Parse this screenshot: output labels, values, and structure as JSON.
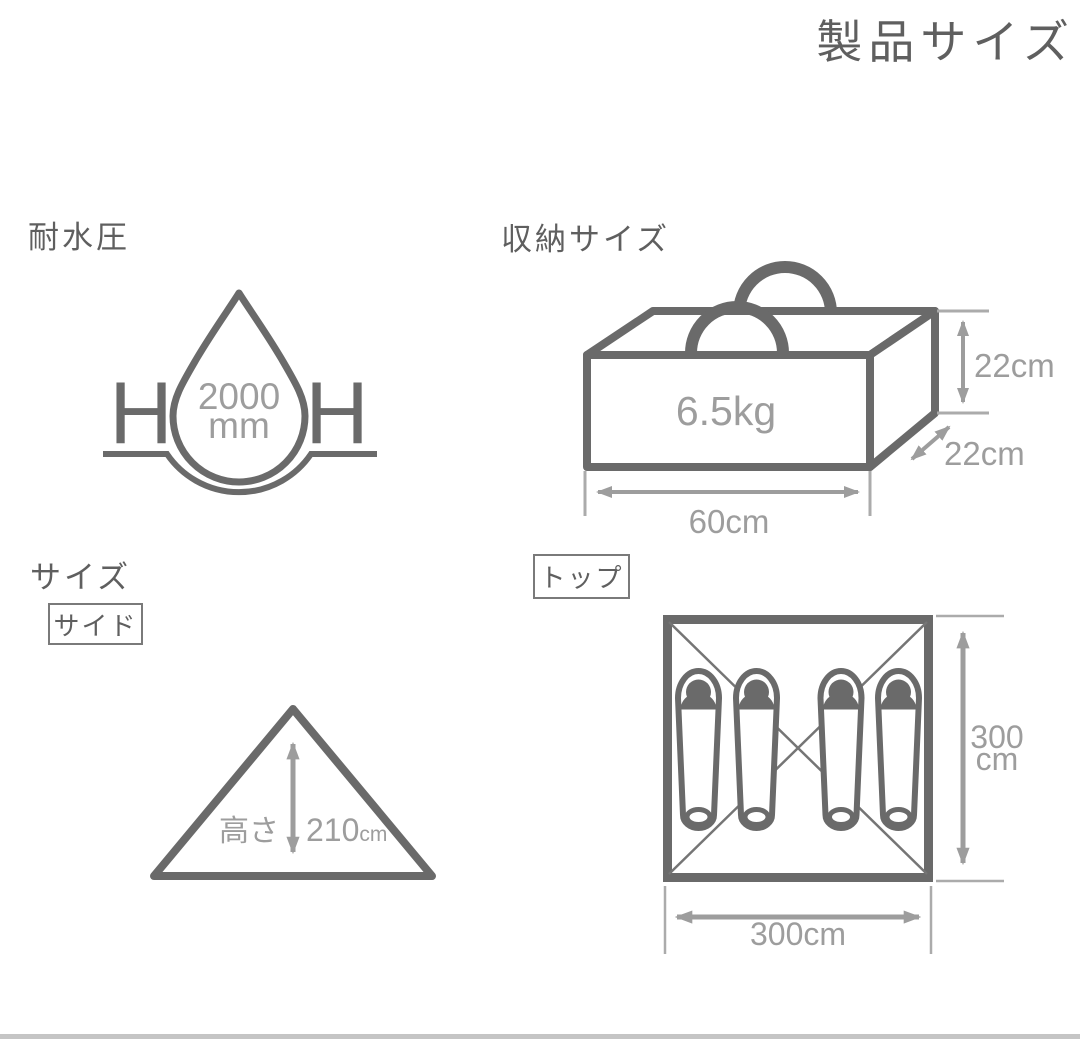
{
  "title": "製品サイズ",
  "colors": {
    "line_dark": "#6a6a6a",
    "label_text": "#5f5f5f",
    "dimension_gray": "#9d9d9d",
    "extension_gray": "#ababab",
    "divider_gray": "#c5c5c5"
  },
  "water": {
    "label": "耐水圧",
    "value": "2000",
    "unit": "mm",
    "left_letter": "H",
    "right_letter": "H"
  },
  "storage": {
    "label": "収納サイズ",
    "weight": "6.5kg",
    "height": "22cm",
    "depth": "22cm",
    "width": "60cm"
  },
  "size_side": {
    "label": "サイズ",
    "tag": "サイド",
    "height_label": "高さ",
    "height_value": "210",
    "height_unit": "cm"
  },
  "size_top": {
    "tag": "トップ",
    "depth_value": "300",
    "depth_unit": "cm",
    "width": "300cm"
  }
}
